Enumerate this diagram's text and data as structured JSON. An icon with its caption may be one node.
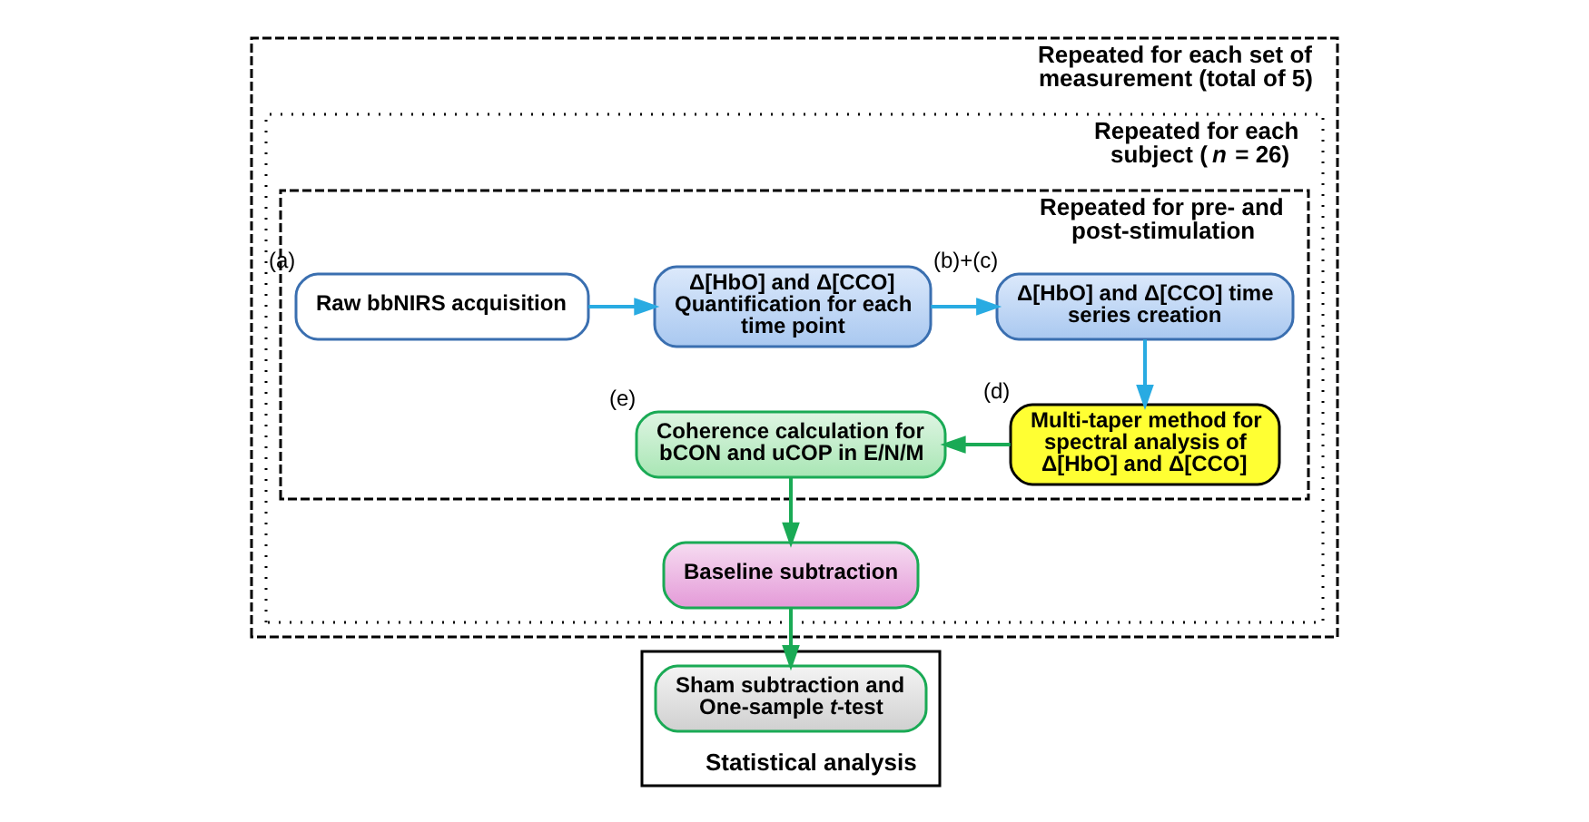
{
  "diagram": {
    "nodes": [
      {
        "text": [
          "Repeated for each set of measurement (total of 5)"
        ]
      },
      {
        "text": [
          "Repeated for each subject (*n* = 26)"
        ],
        "in": 0
      },
      {
        "text": [
          "Repeated for pre- and post-stimulation"
        ],
        "in": 1
      },
      {
        "text": [
          "Raw bbNIRS acquisition"
        ],
        "in": 2,
        "beside": [
          "(a)"
        ]
      },
      {
        "text": [
          "Δ[HbO] and Δ[CCO] Quantification for each time point"
        ],
        "in": 2
      },
      {
        "text": [
          "Δ[HbO] and Δ[CCO] time series creation"
        ],
        "in": 2,
        "beside": [
          "(b)+(c)"
        ]
      },
      {
        "text": [
          "Multi-taper method for spectral analysis of Δ[HbO] and Δ[CCO]"
        ],
        "in": 2,
        "beside": [
          "(d)"
        ]
      },
      {
        "text": [
          "Coherence calculation for bCON and uCOP in E/N/M"
        ],
        "in": 2,
        "beside": [
          "(e)"
        ]
      },
      {
        "text": [
          "Baseline subtraction"
        ],
        "in": 1
      },
      {
        "text": [
          "Statistical analysis"
        ]
      },
      {
        "text": [
          "Sham subtraction and One-sample *t*-test"
        ],
        "in": 9
      }
    ],
    "edges": [
      {
        "from": 3,
        "to": 4,
        "arrow": "to",
        "color": "#29abe2"
      },
      {
        "from": 4,
        "to": 5,
        "arrow": "to",
        "color": "#29abe2"
      },
      {
        "from": 5,
        "to": 6,
        "arrow": "to",
        "color": "#29abe2"
      },
      {
        "from": 6,
        "to": 7,
        "arrow": "to",
        "color": "#1aaa55"
      },
      {
        "from": 7,
        "to": 8,
        "arrow": "to",
        "color": "#1aaa55"
      },
      {
        "from": 8,
        "to": 10,
        "arrow": "to",
        "color": "#1aaa55"
      }
    ]
  }
}
